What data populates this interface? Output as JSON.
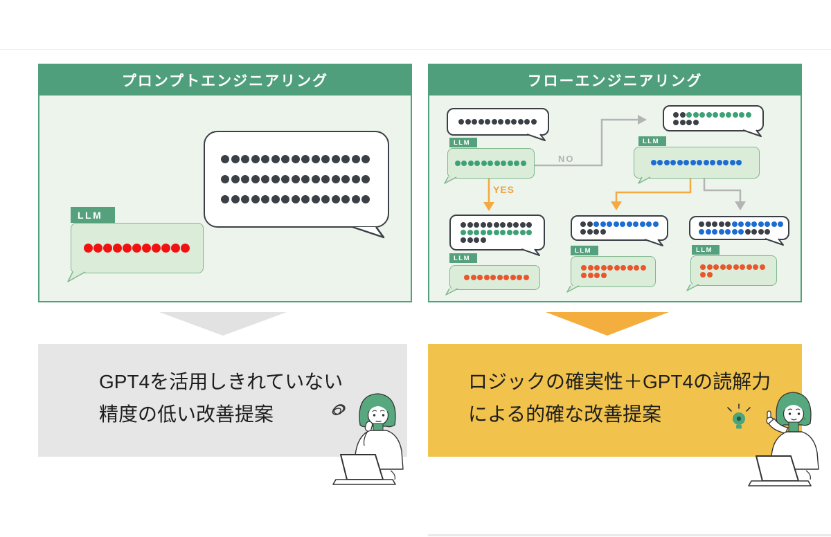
{
  "colors": {
    "dark": "#3b4046",
    "red": "#f11111",
    "green": "#3da177",
    "blue": "#1c6cd2",
    "orange": "#e9562b"
  },
  "llm_label": "LLM",
  "left_panel": {
    "title": "プロンプトエンジニアリング",
    "input_bubble": {
      "rows": [
        [
          {
            "c": "dark",
            "n": 15
          }
        ],
        [
          {
            "c": "dark",
            "n": 15
          }
        ],
        [
          {
            "c": "dark",
            "n": 15
          }
        ]
      ]
    },
    "output_bubble": {
      "rows": [
        [
          {
            "c": "red",
            "n": 11
          }
        ]
      ]
    }
  },
  "right_panel": {
    "title": "フローエンジニアリング",
    "no_label": "NO",
    "yes_label": "YES",
    "input1": {
      "rows": [
        [
          {
            "c": "dark",
            "n": 12
          }
        ]
      ]
    },
    "llm1_output": {
      "rows": [
        [
          {
            "c": "green",
            "n": 11
          }
        ]
      ]
    },
    "input2": {
      "rows": [
        [
          {
            "c": "dark",
            "n": 2
          },
          {
            "c": "green",
            "n": 10
          }
        ],
        [
          {
            "c": "dark",
            "n": 4
          }
        ]
      ]
    },
    "llm2_output": {
      "rows": [
        [
          {
            "c": "blue",
            "n": 14
          }
        ]
      ]
    },
    "doc_left": {
      "rows": [
        [
          {
            "c": "dark",
            "n": 11
          }
        ],
        [
          {
            "c": "green",
            "n": 11
          }
        ],
        [
          {
            "c": "dark",
            "n": 4
          }
        ]
      ]
    },
    "llm3_output": {
      "rows": [
        [
          {
            "c": "orange",
            "n": 10
          }
        ]
      ]
    },
    "doc_mid": {
      "rows": [
        [
          {
            "c": "dark",
            "n": 2
          },
          {
            "c": "blue",
            "n": 10
          }
        ],
        [
          {
            "c": "dark",
            "n": 4
          }
        ]
      ]
    },
    "llm4_output": {
      "rows": [
        [
          {
            "c": "orange",
            "n": 10
          }
        ],
        [
          {
            "c": "orange",
            "n": 4
          }
        ]
      ]
    },
    "doc_right": {
      "rows": [
        [
          {
            "c": "dark",
            "n": 5
          },
          {
            "c": "blue",
            "n": 8
          }
        ],
        [
          {
            "c": "blue",
            "n": 7
          },
          {
            "c": "dark",
            "n": 4
          }
        ]
      ]
    },
    "llm5_output": {
      "rows": [
        [
          {
            "c": "orange",
            "n": 10
          }
        ],
        [
          {
            "c": "orange",
            "n": 2
          }
        ]
      ]
    }
  },
  "conclusion_left": {
    "line1": "GPT4を活用しきれていない",
    "line2": "精度の低い改善提案"
  },
  "conclusion_right": {
    "line1": "ロジックの確実性＋GPT4の読解力",
    "line2": "による的確な改善提案"
  }
}
